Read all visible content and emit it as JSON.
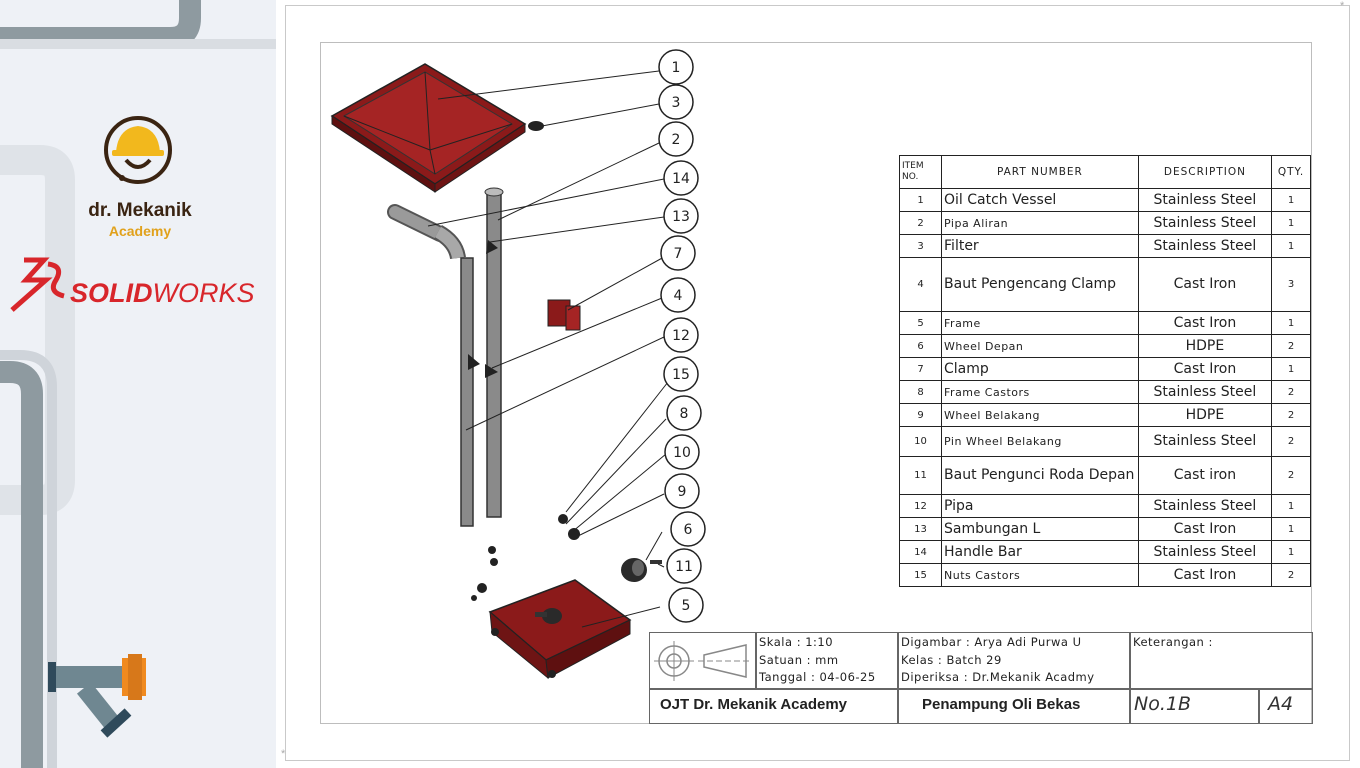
{
  "brand": {
    "name": "dr. Mekanik",
    "sub": "Academy",
    "software_prefix": "SOLID",
    "software_suffix": "WORKS"
  },
  "balloons": [
    "1",
    "3",
    "2",
    "14",
    "13",
    "7",
    "4",
    "12",
    "15",
    "8",
    "10",
    "9",
    "6",
    "11",
    "5"
  ],
  "bom": {
    "headers": {
      "item": [
        "ITEM",
        "NO."
      ],
      "part": "PART NUMBER",
      "desc": "DESCRIPTION",
      "qty": "QTY."
    },
    "rows": [
      {
        "no": "1",
        "name": "Oil Catch Vessel",
        "desc": "Stainless Steel",
        "qty": "1"
      },
      {
        "no": "2",
        "name": "Pipa Aliran",
        "desc": "Stainless Steel",
        "qty": "1"
      },
      {
        "no": "3",
        "name": "Filter",
        "desc": "Stainless Steel",
        "qty": "1"
      },
      {
        "no": "4",
        "name": "Baut Pengencang Clamp",
        "desc": "Cast Iron",
        "qty": "3"
      },
      {
        "no": "5",
        "name": "Frame",
        "desc": "Cast Iron",
        "qty": "1"
      },
      {
        "no": "6",
        "name": "Wheel Depan",
        "desc": "HDPE",
        "qty": "2"
      },
      {
        "no": "7",
        "name": "Clamp",
        "desc": "Cast Iron",
        "qty": "1"
      },
      {
        "no": "8",
        "name": "Frame Castors",
        "desc": "Stainless Steel",
        "qty": "2"
      },
      {
        "no": "9",
        "name": "Wheel Belakang",
        "desc": "HDPE",
        "qty": "2"
      },
      {
        "no": "10",
        "name": "Pin Wheel Belakang",
        "desc": "Stainless Steel",
        "qty": "2"
      },
      {
        "no": "11",
        "name": "Baut Pengunci Roda Depan",
        "desc": "Cast iron",
        "qty": "2"
      },
      {
        "no": "12",
        "name": "Pipa",
        "desc": "Stainless Steel",
        "qty": "1"
      },
      {
        "no": "13",
        "name": "Sambungan L",
        "desc": "Cast Iron",
        "qty": "1"
      },
      {
        "no": "14",
        "name": "Handle Bar",
        "desc": "Stainless Steel",
        "qty": "1"
      },
      {
        "no": "15",
        "name": "Nuts Castors",
        "desc": "Cast Iron",
        "qty": "2"
      }
    ]
  },
  "title_block": {
    "skala": "Skala      : 1:10",
    "satuan": "Satuan    : mm",
    "tanggal": "Tanggal : 04-06-25",
    "digambar": "Digambar : Arya Adi Purwa U",
    "kelas": "Kelas        : Batch 29",
    "diperiksa": "Diperiksa    : Dr.Mekanik Acadmy",
    "keterangan": "Keterangan :",
    "company": "OJT Dr. Mekanik Academy",
    "title": "Penampung Oli Bekas",
    "number": "No.1B",
    "size": "A4"
  },
  "colors": {
    "part_red": "#8b1a1a",
    "pipe_gray": "#8a8a8a",
    "brand_red": "#d8262b",
    "brand_gold": "#e1a11b"
  }
}
